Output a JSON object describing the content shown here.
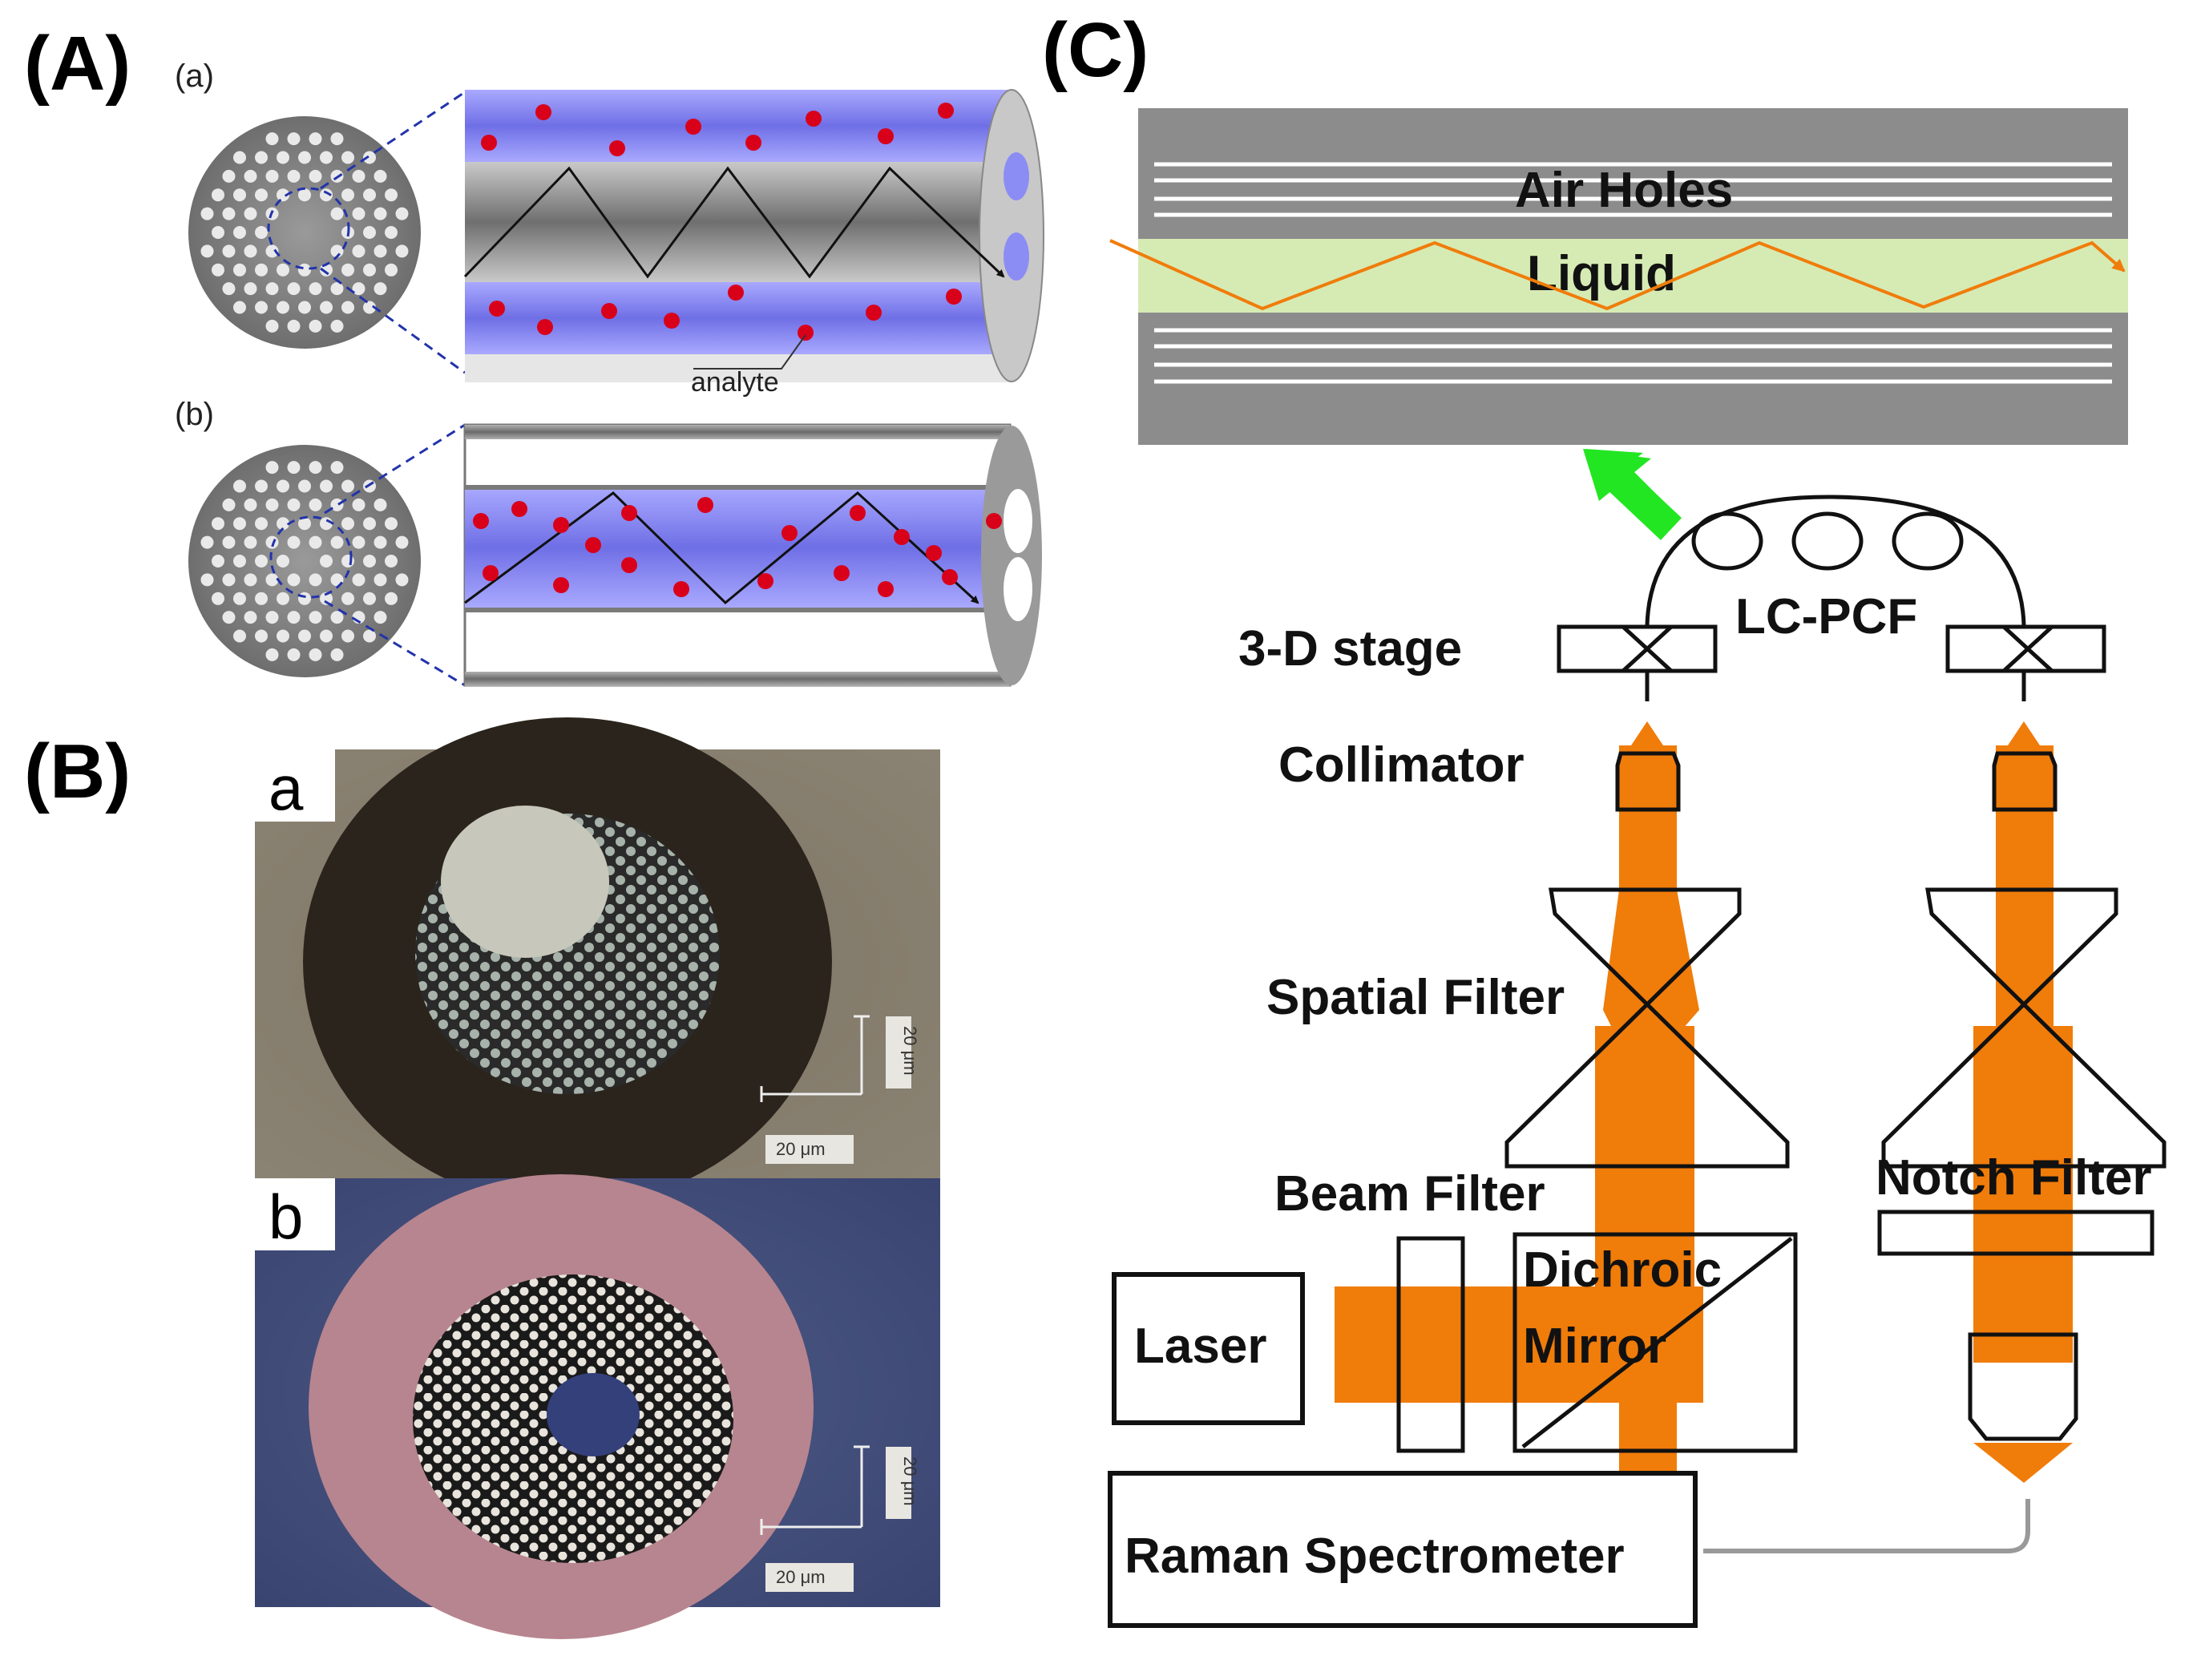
{
  "panels": {
    "A": {
      "label": "(A)",
      "sub_a": "(a)",
      "sub_b": "(b)",
      "analyte": "analyte"
    },
    "B": {
      "label": "(B)",
      "photo_a": "a",
      "photo_b": "b",
      "scale_a_horizontal": "20 μm",
      "scale_a_vertical": "20 μm",
      "scale_b_horizontal": "20 μm",
      "scale_b_vertical": "20 μm"
    },
    "C": {
      "label": "(C)",
      "air_holes": "Air Holes",
      "liquid": "Liquid",
      "lc_pcf": "LC-PCF",
      "stage": "3-D stage",
      "collimator": "Collimator",
      "spatial_filter": "Spatial Filter",
      "beam_filter": "Beam Filter",
      "notch_filter": "Notch Filter",
      "dichroic_line1": "Dichroic",
      "dichroic_line2": "Mirror",
      "laser": "Laser",
      "raman": "Raman Spectrometer"
    }
  },
  "colors": {
    "beam": "#f07c0a",
    "liquid": "#d6ebb4",
    "fiber_gray": "#8c8c8c",
    "channel_blue": "#8c8cf5",
    "analyte_red": "#d9001a",
    "arrow_green": "#22e622"
  }
}
